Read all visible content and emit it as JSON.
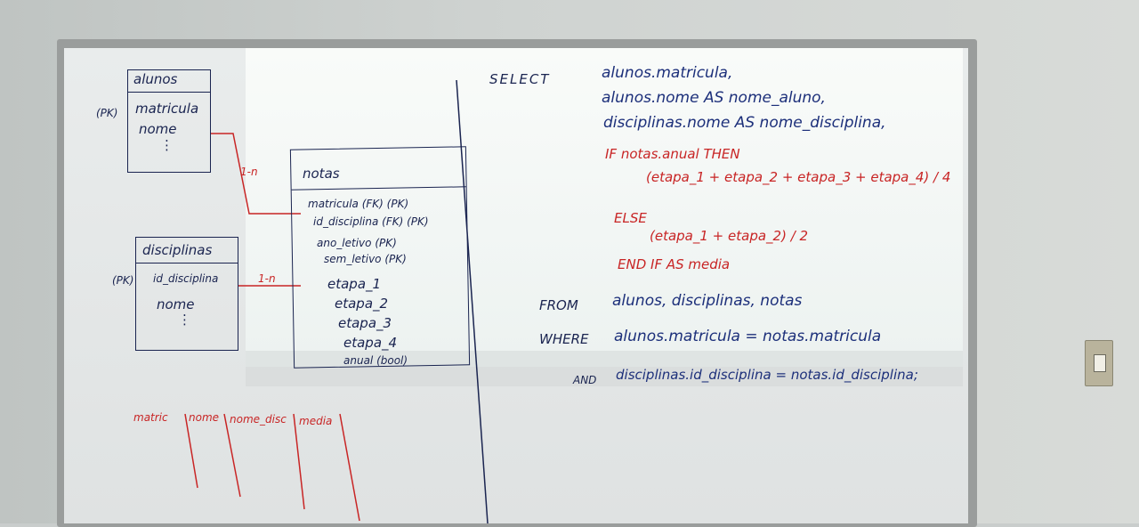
{
  "alunos": {
    "title": "alunos",
    "pk": "(PK)",
    "fields": [
      "matricula",
      "nome",
      "⋮"
    ]
  },
  "disciplinas": {
    "title": "disciplinas",
    "pk": "(PK)",
    "fields": [
      "id_disciplina",
      "nome",
      "⋮"
    ]
  },
  "notas": {
    "title": "notas",
    "fields": [
      "matricula (FK) (PK)",
      "id_disciplina (FK) (PK)",
      "ano_letivo (PK)",
      "sem_letivo (PK)",
      "etapa_1",
      "etapa_2",
      "etapa_3",
      "etapa_4",
      "anual (bool)"
    ]
  },
  "relations": {
    "alunos_notas": "1-n",
    "disciplinas_notas": "1-n"
  },
  "result_columns": [
    "matric",
    "nome",
    "nome_disc",
    "media"
  ],
  "sql": {
    "select_keyword": "SELECT",
    "select_1": "alunos.matricula,",
    "select_2": "alunos.nome AS nome_aluno,",
    "select_3": "disciplinas.nome AS nome_disciplina,",
    "if_line": "IF notas.anual THEN",
    "then_expr": "(etapa_1 + etapa_2 + etapa_3 + etapa_4) / 4",
    "else_keyword": "ELSE",
    "else_expr": "(etapa_1 + etapa_2) / 2",
    "end_if": "END IF AS media",
    "from_keyword": "FROM",
    "from_tables": "alunos, disciplinas, notas",
    "where_keyword": "WHERE",
    "where_cond": "alunos.matricula = notas.matricula",
    "and_keyword": "AND",
    "and_cond": "disciplinas.id_disciplina = notas.id_disciplina;"
  },
  "colors": {
    "ink_blue": "#1c2f7a",
    "ink_red": "#c82525",
    "ink_black": "#1a2450"
  }
}
